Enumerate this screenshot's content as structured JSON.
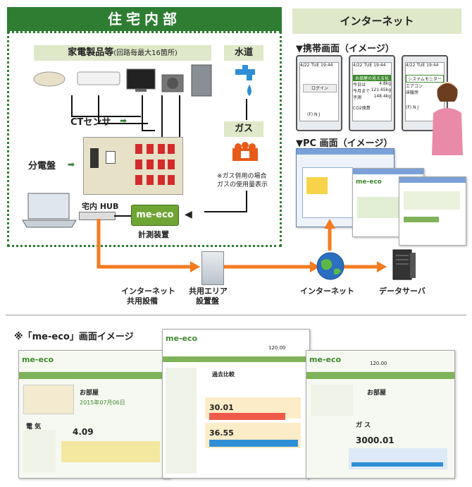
{
  "left": {
    "title": "住宅内部",
    "appliances_title": "家電製品等",
    "appliances_note": "(回路毎最大16箇所)",
    "water": "水道",
    "gas": "ガス",
    "ct_sensor": "CTセンサ",
    "panel": "分電盤",
    "hub": "宅内 HUB",
    "meter": "計測装置",
    "gas_note1": "※ガス併用の場合",
    "gas_note2": "ガスの使用量表示"
  },
  "right": {
    "title": "インターネット",
    "mobile": "▼携帯画面（イメージ）",
    "pc": "▼PC 画面（イメージ）"
  },
  "phones": [
    {
      "status": "4/22 TUE 19:44",
      "menu": [
        "ログイン"
      ],
      "footer": "(F) N J"
    },
    {
      "status": "4/22 TUE 19:44",
      "title": "お部屋の見える化",
      "rows": [
        "今日は",
        "今月まで",
        "予測"
      ],
      "vals": [
        "4.8kg",
        "121.65kg",
        "148.4kg"
      ],
      "footer": "CO2換算"
    },
    {
      "status": "4/22 TUE 19:44",
      "title": "システムモニター",
      "rows": [
        "エアコン",
        "床暖房"
      ],
      "footer": "(F) N J"
    }
  ],
  "flow": {
    "internet_equipment1": "インターネット",
    "internet_equipment2": "共用設備",
    "shared_area1": "共用エリア",
    "shared_area2": "設置盤",
    "internet": "インターネット",
    "data_server": "データサーバ"
  },
  "logo": {
    "a": "me",
    "b": "eco"
  },
  "screens_title": "※「me-eco」画面イメージ",
  "screens": {
    "s1": {
      "title": "お部屋",
      "date": "2015年07月06日",
      "item": "電 気",
      "value": "4.09"
    },
    "s2": {
      "header": "過去比較",
      "val1": "30.01",
      "val2": "36.55",
      "top": "120.00"
    },
    "s3": {
      "title": "お部屋",
      "item": "ガ ス",
      "value": "3000.01",
      "top": "120.00"
    }
  },
  "colors": {
    "green": "#2e7d32",
    "orange": "#f47b20",
    "lite": "#dfe8c9"
  }
}
